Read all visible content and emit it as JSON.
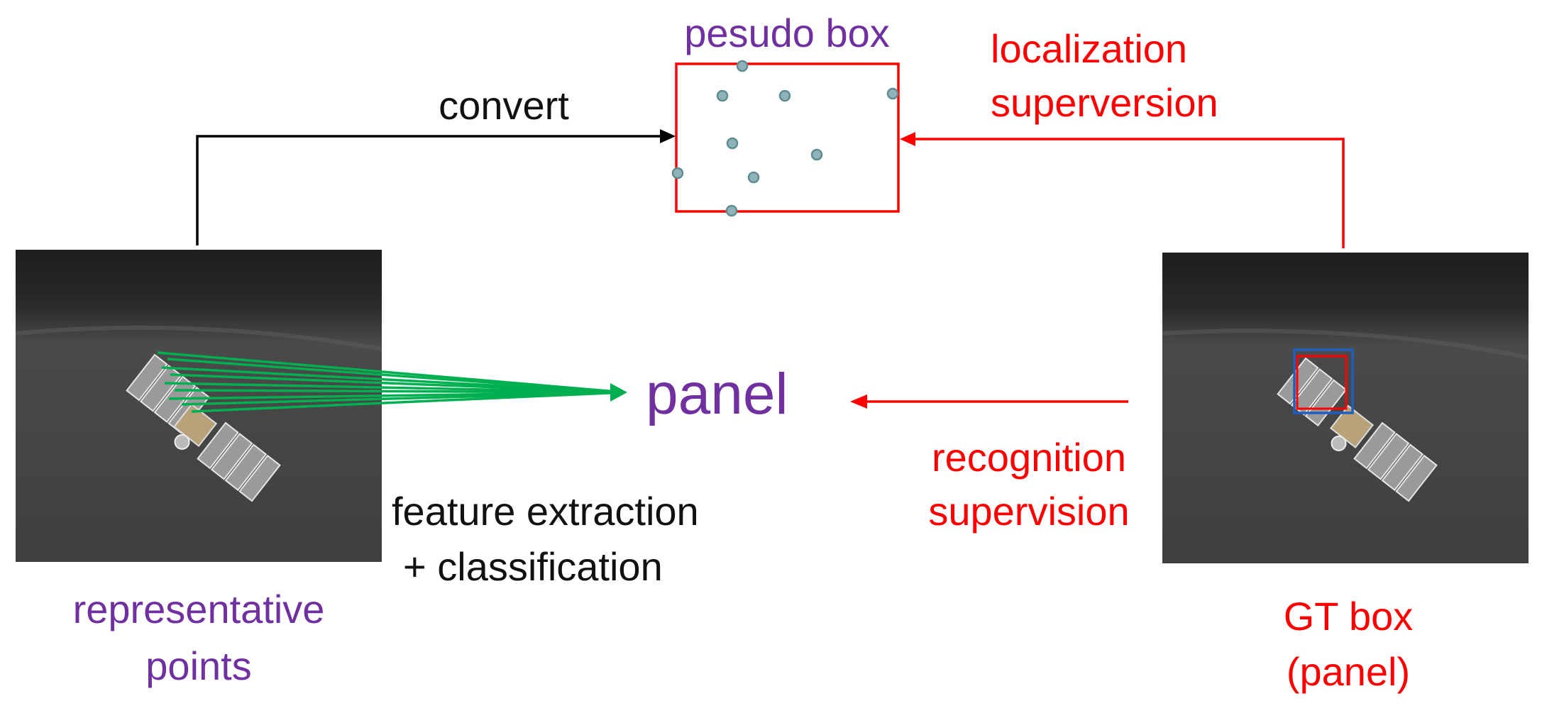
{
  "labels": {
    "pseudo_box": "pesudo box",
    "convert": "convert",
    "localization_line1": "localization",
    "localization_line2": "superversion",
    "panel": "panel",
    "recognition_line1": "recognition",
    "recognition_line2": "supervision",
    "feature_line1": "feature extraction",
    "feature_line2": "+ classification",
    "rep_points_line1": "representative",
    "rep_points_line2": "points",
    "gt_box_line1": "GT box",
    "gt_box_line2": "(panel)"
  },
  "colors": {
    "purple": "#7030A0",
    "red": "#FF0000",
    "green": "#00B050",
    "black": "#000000",
    "blue": "#1F5FBF",
    "point_fill": "#8FB3B8",
    "point_stroke": "#5E8C92"
  },
  "icons": {
    "left_image": "satellite-photo",
    "right_image": "satellite-photo-with-gt-box"
  }
}
